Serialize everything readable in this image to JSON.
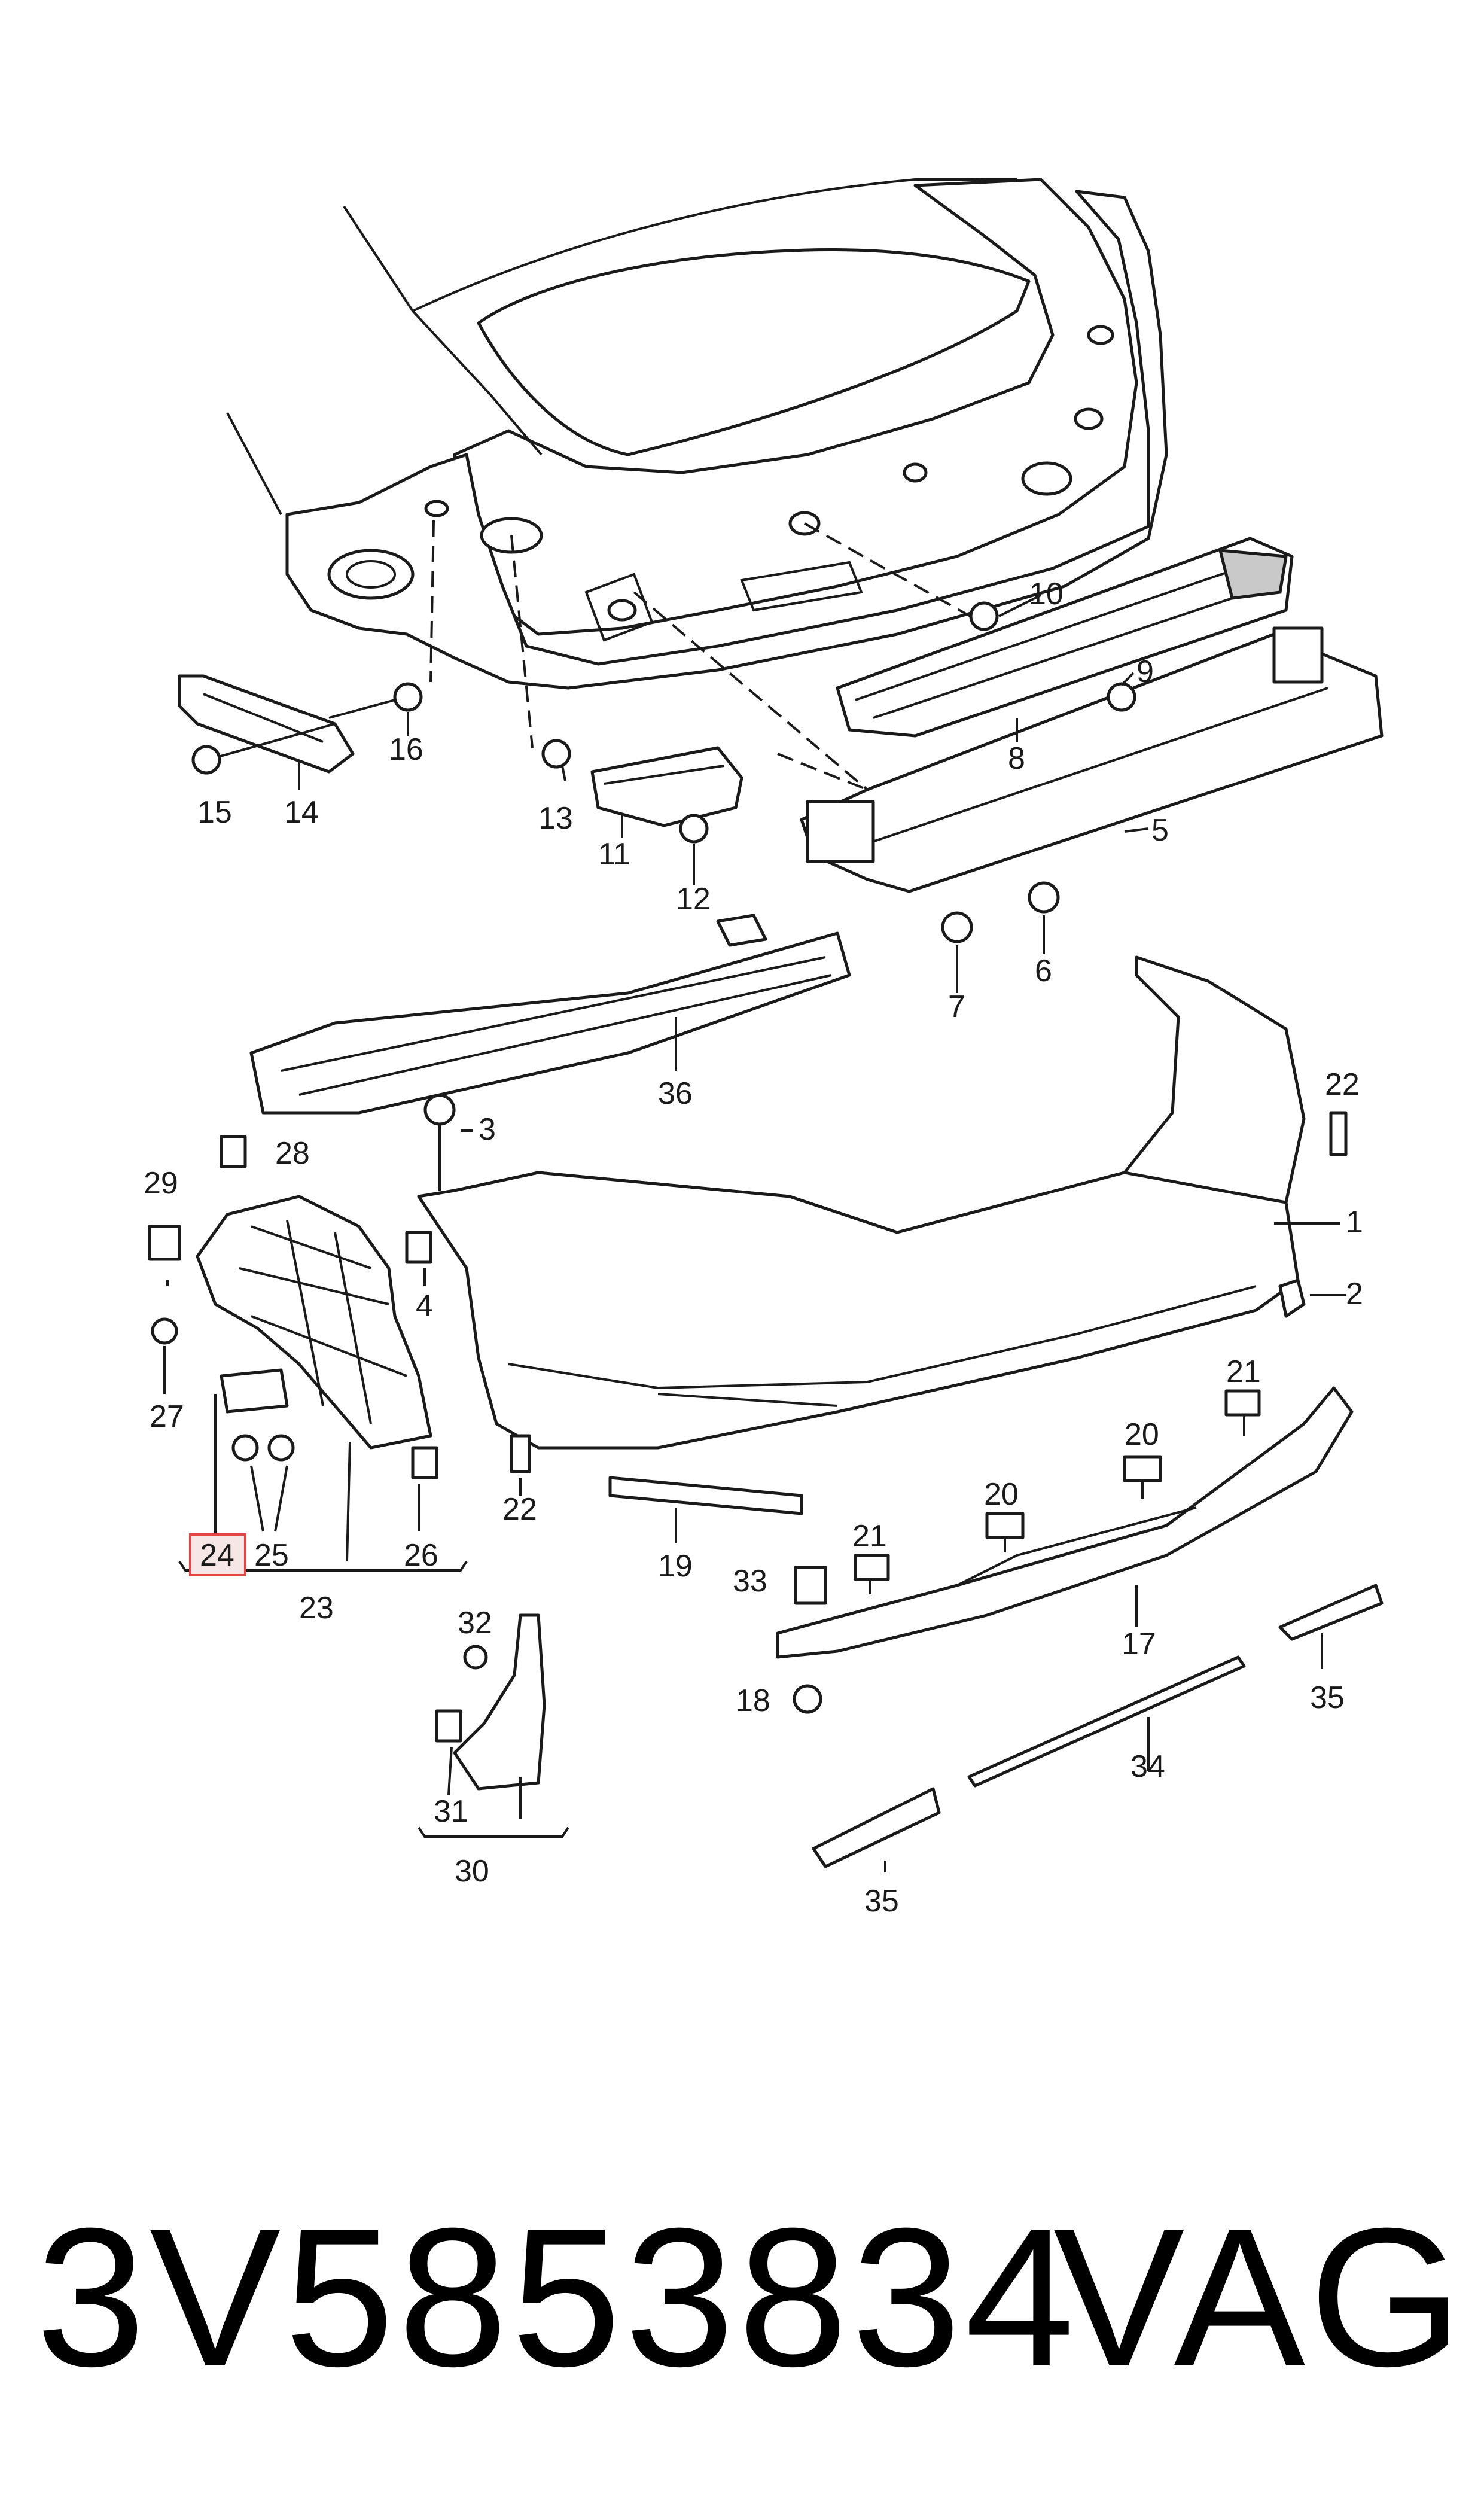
{
  "callouts": {
    "c1": "1",
    "c2": "2",
    "c3": "3",
    "c4": "4",
    "c5": "5",
    "c6": "6",
    "c7": "7",
    "c8": "8",
    "c9": "9",
    "c10": "10",
    "c11": "11",
    "c12": "12",
    "c13": "13",
    "c14": "14",
    "c15": "15",
    "c16": "16",
    "c17": "17",
    "c18": "18",
    "c19": "19",
    "c20a": "20",
    "c20b": "20",
    "c21a": "21",
    "c21b": "21",
    "c22a": "22",
    "c22b": "22",
    "c23": "23",
    "c24": "24",
    "c25": "25",
    "c26": "26",
    "c27": "27",
    "c28": "28",
    "c29": "29",
    "c30": "30",
    "c31": "31",
    "c32": "32",
    "c33": "33",
    "c34": "34",
    "c35a": "35",
    "c35b": "35",
    "c36": "36"
  },
  "highlighted_callout": "24",
  "colors": {
    "line": "#1a1a1a",
    "highlight_border": "#e04848",
    "highlight_fill": "#f6e6e6",
    "shade": "#c9c9c9"
  },
  "footer": {
    "part_number": "3V5853834",
    "brand": "VAG"
  }
}
